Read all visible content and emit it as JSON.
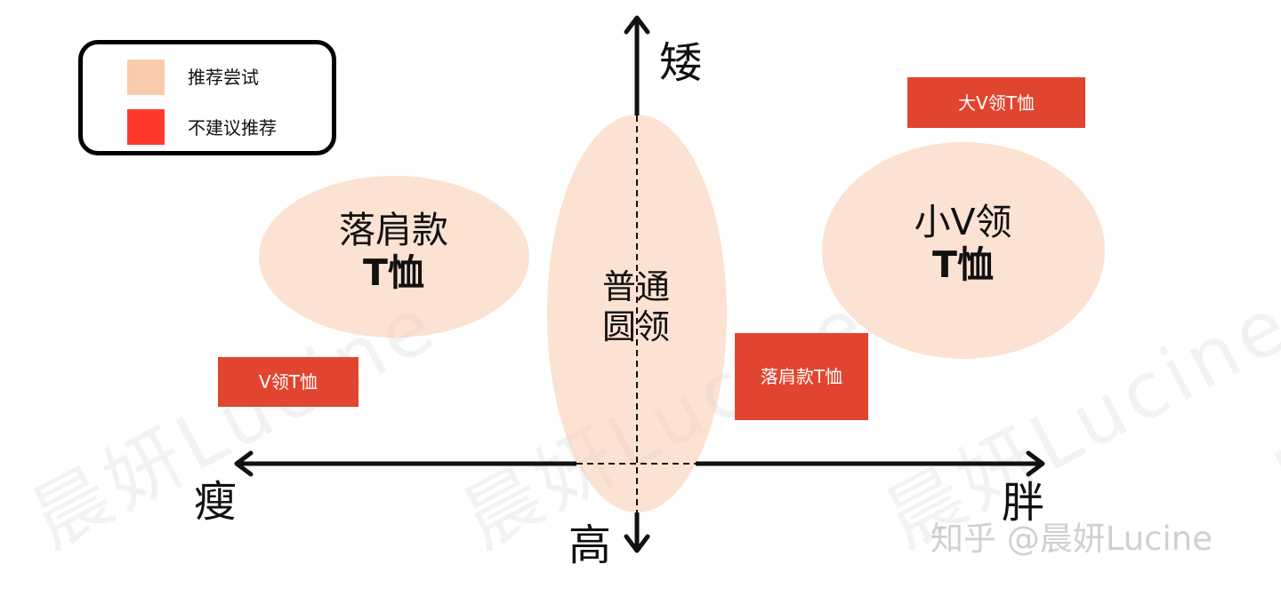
{
  "legend": {
    "items": [
      {
        "label": "推荐尝试",
        "color": "#f8cbad"
      },
      {
        "label": "不建议推荐",
        "color": "#ff3a2a"
      }
    ]
  },
  "axes": {
    "vertical": {
      "top": "矮",
      "bottom": "高"
    },
    "horizontal": {
      "left": "瘦",
      "right": "胖"
    }
  },
  "ellipses": {
    "drop_shoulder": {
      "line1": "落肩款",
      "line2": "T恤"
    },
    "round_neck": {
      "line1": "普通",
      "line2": "圆领"
    },
    "small_v": {
      "line1": "小V领",
      "line2": "T恤"
    }
  },
  "boxes": {
    "big_v": "大V领T恤",
    "v_neck": "V领T恤",
    "drop_shoulder": "落肩款T恤"
  },
  "watermark": "晨妍Lucine",
  "source": "知乎 @晨妍Lucine",
  "colors": {
    "recommended": "#f8cbad",
    "not_recommended": "#e1452f",
    "axis": "#111111"
  }
}
